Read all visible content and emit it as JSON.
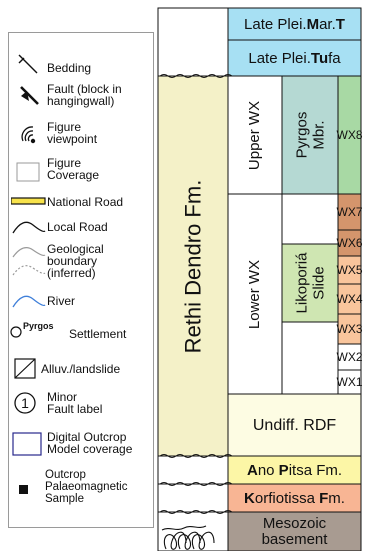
{
  "legend": {
    "items": [
      {
        "id": "bedding",
        "label": "Bedding",
        "icon": "bedding-icon"
      },
      {
        "id": "fault",
        "label": "Fault (block in\nhangingwall)",
        "icon": "fault-icon"
      },
      {
        "id": "viewpoint",
        "label": "Figure\nviewpoint",
        "icon": "figure-viewpoint-icon"
      },
      {
        "id": "coverage",
        "label": "Figure\nCoverage",
        "icon": "figure-coverage-icon"
      },
      {
        "id": "national",
        "label": "National Road",
        "icon": "national-road-icon"
      },
      {
        "id": "local",
        "label": "Local Road",
        "icon": "local-road-icon"
      },
      {
        "id": "geo",
        "label": "Geological\nboundary\n(inferred)",
        "icon": "geological-boundary-icon"
      },
      {
        "id": "river",
        "label": "River",
        "icon": "river-icon"
      },
      {
        "id": "settlement",
        "label": "Settlement",
        "icon": "settlement-icon",
        "marker_label": "Pyrgos"
      },
      {
        "id": "landslide",
        "label": "Alluv./landslide",
        "icon": "alluvium-landslide-icon"
      },
      {
        "id": "minor",
        "label": "Minor\nFault label",
        "icon": "minor-fault-label-icon",
        "marker_label": "1"
      },
      {
        "id": "dom",
        "label": "Digital Outcrop\nModel coverage",
        "icon": "digital-outcrop-model-icon"
      },
      {
        "id": "paleomag",
        "label": "Outcrop\nPalaeomagnetic\nSample",
        "icon": "palaeomagnetic-sample-icon"
      }
    ]
  },
  "column": {
    "late_plei_mar_t": {
      "prefix": "Late Plei. ",
      "b1": "M",
      "mid": "ar.",
      "b2": "T"
    },
    "late_plei_tufa": {
      "prefix": "Late Plei. ",
      "b1": "Tu",
      "suffix": "fa"
    },
    "rethi_dendro": "Rethi Dendro Fm.",
    "upper_wx": "Upper WX",
    "lower_wx": "Lower WX",
    "pyrgos_mbr": "Pyrgos\nMbr.",
    "likoporia_slide": "Likoporiá\nSlide",
    "wx_units": [
      "WX8",
      "WX7",
      "WX6",
      "WX5",
      "WX4",
      "WX3",
      "WX2",
      "WX1"
    ],
    "undiff_rdf": "Undiff. RDF",
    "ano_pitsa": {
      "b1": "A",
      "mid1": "no ",
      "b2": "P",
      "mid2": "itsa Fm."
    },
    "korfiotissa": {
      "b1": "K",
      "mid": "orfiotissa ",
      "b2": "F",
      "suffix": "m."
    },
    "mesozoic": "Mesozoic\nbasement"
  },
  "colors": {
    "late_plei": "#a7e0f3",
    "rethi": "#f4f1c8",
    "pyrgos_mbr": "#b5d9d3",
    "wx8": "#a8d9a4",
    "likoporia": "#cfe6b2",
    "wx_orange": "#f9c59c",
    "wx_brown": "#d4956c",
    "undiff": "#fdfce3",
    "ano_pitsa": "#fcf6a6",
    "korfiotissa": "#f8b594",
    "mesozoic": "#a89b91",
    "national_road": "#f7e24b",
    "dom_box": "#28288c",
    "river": "#3f7fd9"
  }
}
